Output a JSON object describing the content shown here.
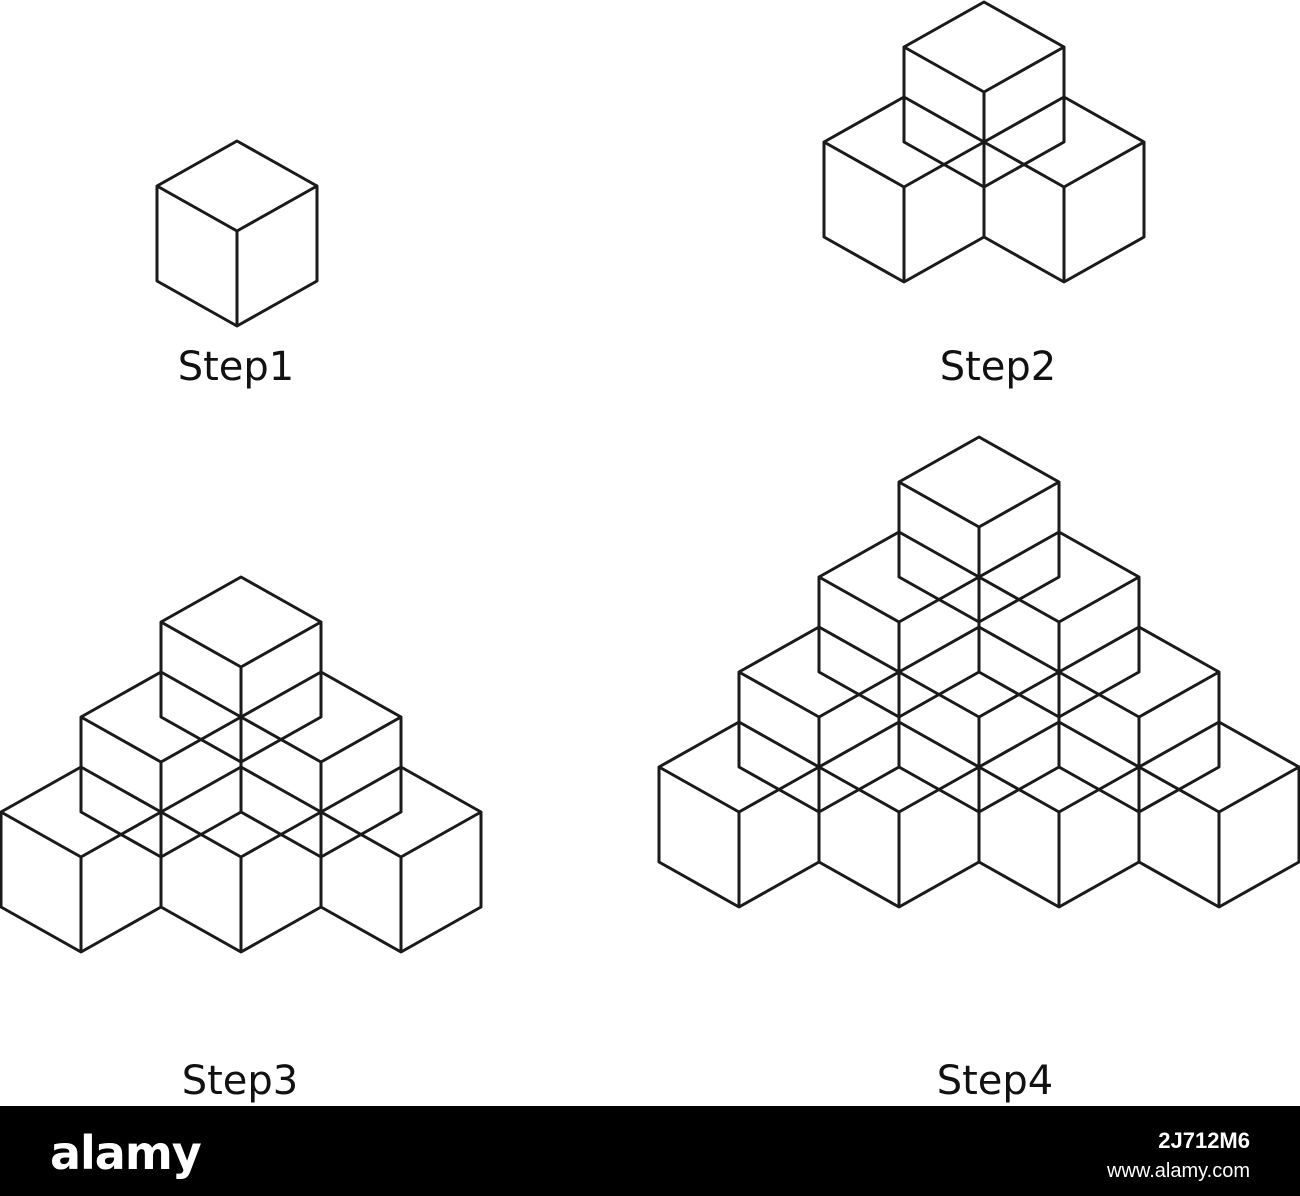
{
  "steps": [
    {
      "label": "Step1",
      "cube_count": 1
    },
    {
      "label": "Step2",
      "cube_count": 3
    },
    {
      "label": "Step3",
      "cube_count": 6
    },
    {
      "label": "Step4",
      "cube_count": 10
    }
  ],
  "footer": {
    "brand": "alamy",
    "image_id": "2J712M6",
    "site": "www.alamy.com"
  },
  "colors": {
    "line": "#1a1a1a",
    "background": "#ffffff",
    "footer_bg": "#000000"
  }
}
